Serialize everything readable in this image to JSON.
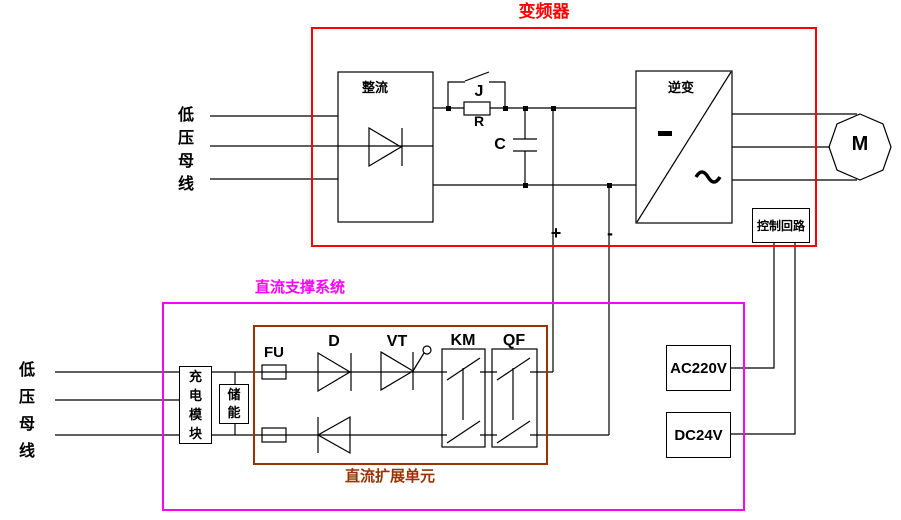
{
  "titles": {
    "inverter_system": "变频器",
    "dc_support_system": "直流支撑系统",
    "dc_expansion_unit": "直流扩展单元"
  },
  "buses": {
    "top_bus": "低\n压\n母\n线",
    "bottom_bus": "低\n压\n母\n线"
  },
  "blocks": {
    "rectifier": "整流",
    "inverter": "逆变",
    "charging_module": "充\n电\n模\n块",
    "energy_storage": "储\n能",
    "control_circuit": "控制回路",
    "ac_source": "AC220V",
    "dc_source": "DC24V",
    "motor": "M"
  },
  "components": {
    "bypass_relay": "J",
    "charge_resistor": "R",
    "dc_capacitor": "C",
    "fuse": "FU",
    "diode": "D",
    "thyristor": "VT",
    "contactor": "KM",
    "breaker": "QF"
  },
  "polarity": {
    "plus": "+",
    "minus": "-"
  },
  "colors": {
    "inverter_box": "#ff0000",
    "dc_support_box": "#ff00ff",
    "dc_expansion_box": "#993300",
    "wire": "#000000",
    "background": "#ffffff"
  }
}
